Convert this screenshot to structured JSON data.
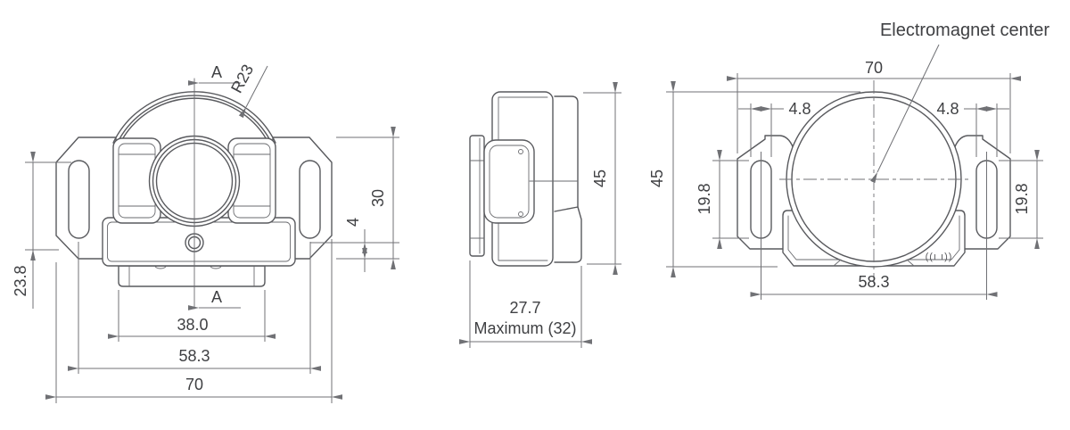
{
  "drawing": {
    "background": "#ffffff",
    "line_color": "#595a5e",
    "dim_color": "#707175",
    "text_color": "#3f4043",
    "front_view": {
      "section_label_top": "A",
      "section_label_bottom": "A",
      "radius_label": "R23",
      "dim_flange_height": "30",
      "dim_step": "4",
      "dim_slot_to_edge": "23.8",
      "dim_base_width": "38.0",
      "dim_slot_spacing": "58.3",
      "dim_overall_width": "70"
    },
    "side_view": {
      "dim_height": "45",
      "dim_depth": "27.7",
      "dim_depth_max": "Maximum (32)"
    },
    "rear_view": {
      "annotation": "Electromagnet center",
      "dim_overall_width": "70",
      "dim_slot_width_left": "4.8",
      "dim_slot_width_right": "4.8",
      "dim_height": "45",
      "dim_slot_length_left": "19.8",
      "dim_slot_length_right": "19.8",
      "dim_slot_spacing": "58.3",
      "brand_mark": "((ı ı))"
    }
  }
}
